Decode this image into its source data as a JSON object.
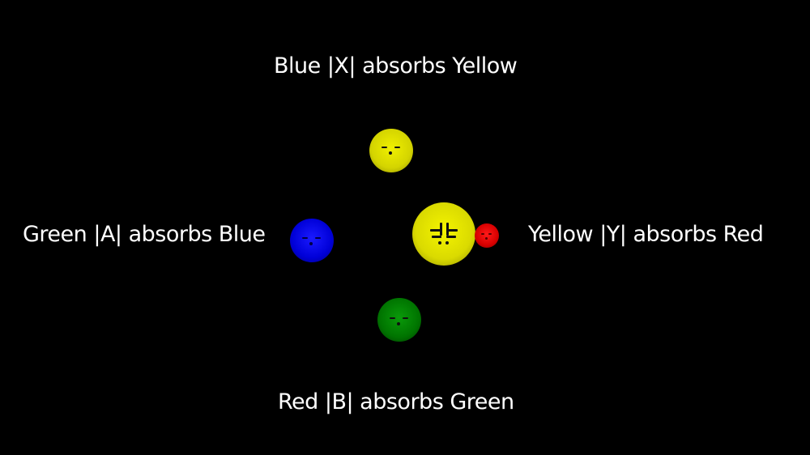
{
  "labels": {
    "top": "Blue |X| absorbs Yellow",
    "left": "Green |A| absorbs Blue",
    "right": "Yellow |Y| absorbs Red",
    "bottom": "Red |B| absorbs Green"
  },
  "balls": {
    "top": {
      "color": "yellow",
      "hex": "#d8d800"
    },
    "left": {
      "color": "blue",
      "hex": "#0000e0"
    },
    "bottom": {
      "color": "green",
      "hex": "#007a00"
    },
    "player": {
      "color": "yellow",
      "hex": "#e0e000",
      "glyph": "⫲"
    },
    "small": {
      "color": "red",
      "hex": "#e00000"
    }
  }
}
